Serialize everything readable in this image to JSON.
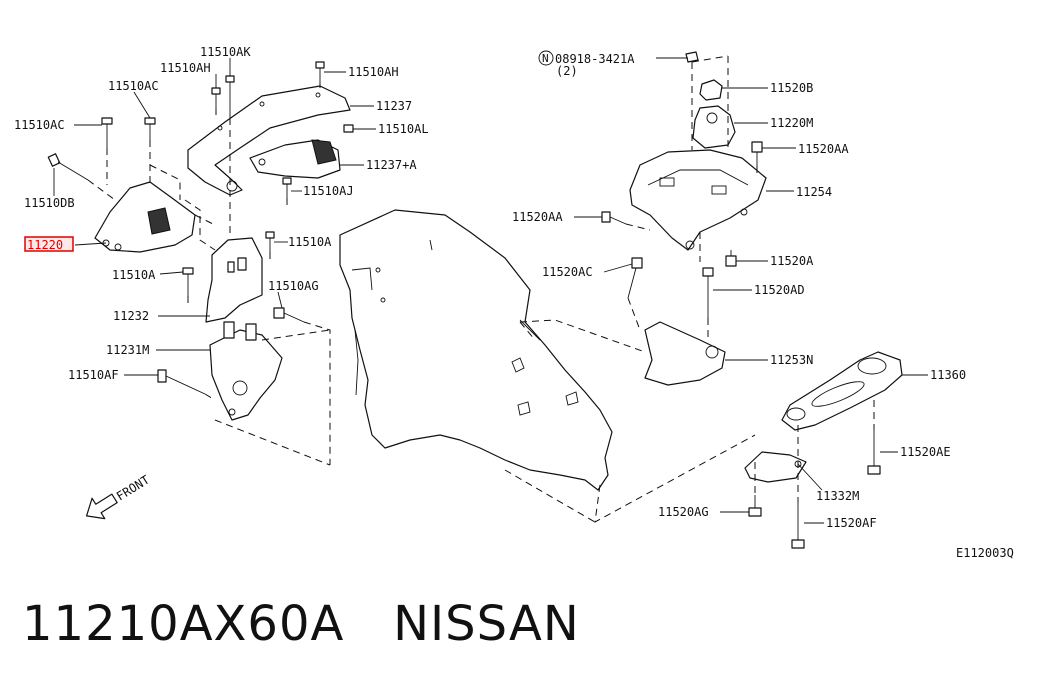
{
  "labels": {
    "p11510AK": "11510AK",
    "p11510AH_a": "11510AH",
    "p11510AH_b": "11510AH",
    "p11510AC_a": "11510AC",
    "p11510AC_b": "11510AC",
    "p11237": "11237",
    "p11510AL": "11510AL",
    "p11237A": "11237+A",
    "p11510AJ": "11510AJ",
    "p11510DB": "11510DB",
    "p11220": "11220",
    "p11510A_a": "11510A",
    "p11510A_b": "11510A",
    "p11510AG": "11510AG",
    "p11232": "11232",
    "p11231M": "11231M",
    "p11510AF": "11510AF",
    "front": "FRONT",
    "n_symbol": "N",
    "p08918": "08918-3421A",
    "p08918_qty": "(2)",
    "p11520B": "11520B",
    "p11220M": "11220M",
    "p11520AA_a": "11520AA",
    "p11520AA_b": "11520AA",
    "p11254": "11254",
    "p11520AC": "11520AC",
    "p11520A": "11520A",
    "p11520AD": "11520AD",
    "p11253N": "11253N",
    "p11360": "11360",
    "p11520AE": "11520AE",
    "p11332M": "11332M",
    "p11520AG": "11520AG",
    "p11520AF": "11520AF",
    "figure_code": "E112003Q"
  },
  "caption": {
    "part_number": "11210AX60A",
    "brand": "NISSAN"
  },
  "colors": {
    "highlight": "#e00000",
    "highlight_fill": "#ffe8e8",
    "ink": "#111111"
  }
}
